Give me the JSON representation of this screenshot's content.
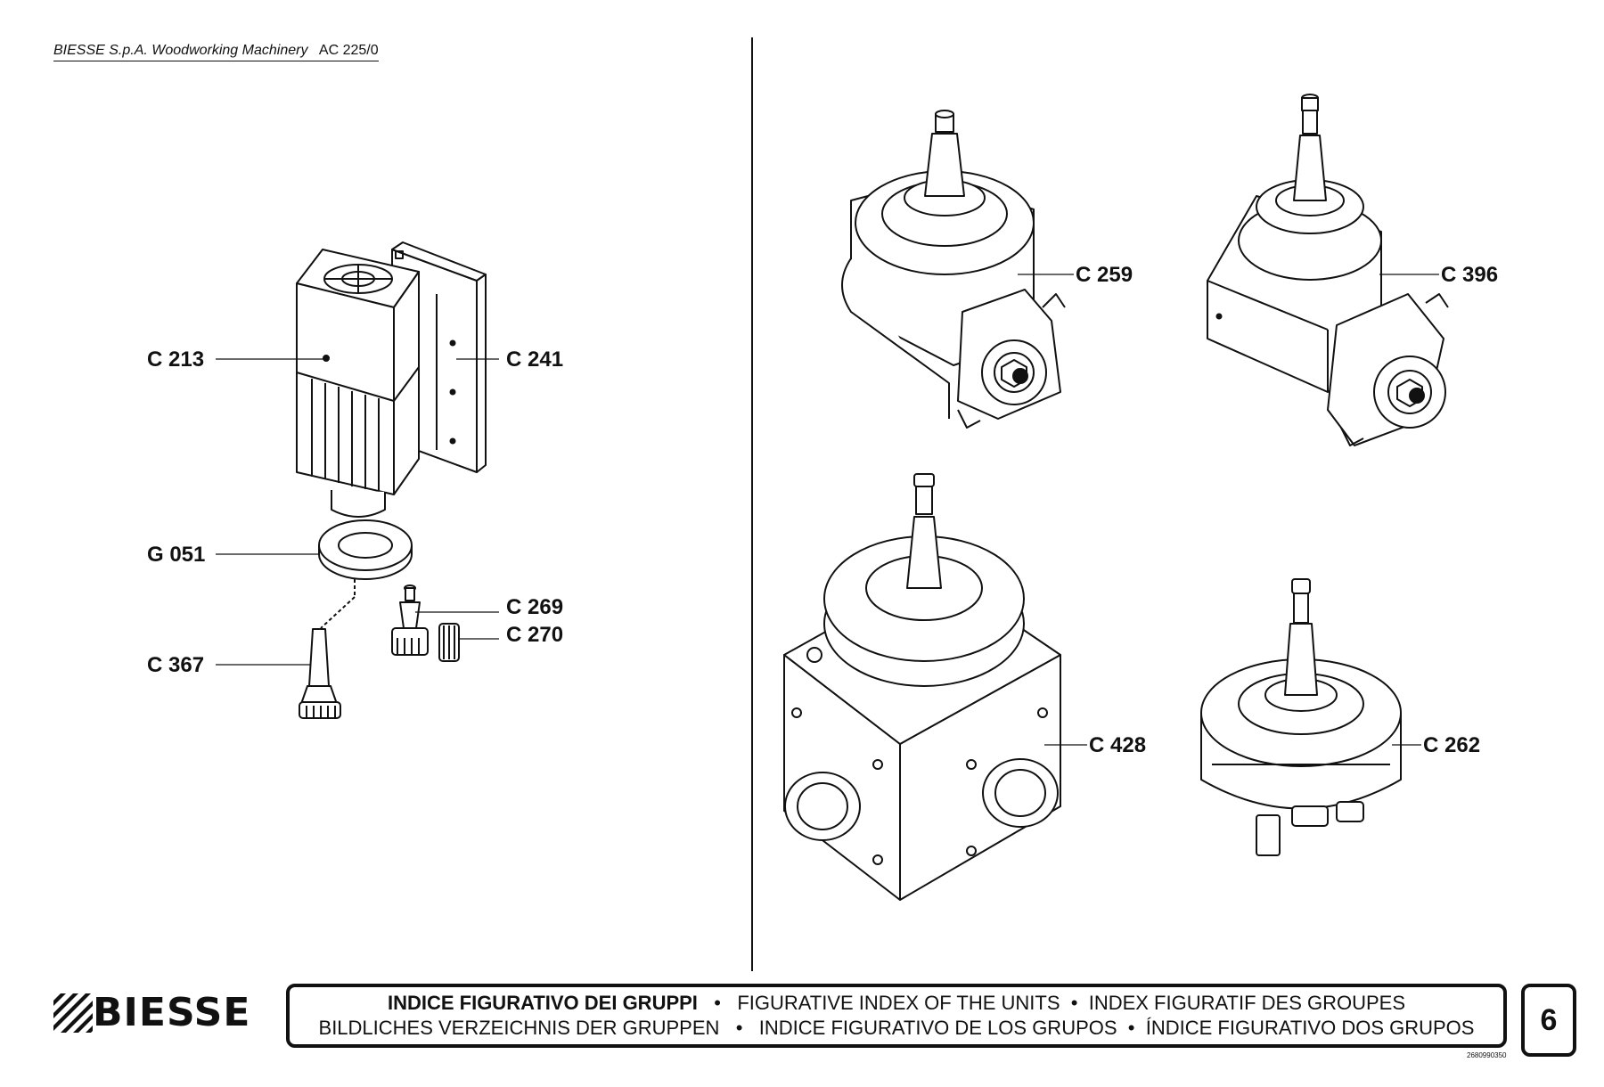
{
  "header": {
    "company": "BIESSE S.p.A. Woodworking Machinery",
    "code": "AC 225/0"
  },
  "labels": {
    "c213": "C 213",
    "c241": "C 241",
    "g051": "G 051",
    "c269": "C 269",
    "c270": "C 270",
    "c367": "C 367",
    "c259": "C 259",
    "c396": "C 396",
    "c428": "C 428",
    "c262": "C 262"
  },
  "footer": {
    "logo": "BIESSE",
    "title_bold": "INDICE FIGURATIVO DEI GRUPPI",
    "sep": "•",
    "title_en": "FIGURATIVE INDEX OF THE UNITS",
    "title_fr": "INDEX FIGURATIF DES GROUPES",
    "title_de": "BILDLICHES VERZEICHNIS DER GRUPPEN",
    "title_es": "INDICE FIGURATIVO DE LOS GRUPOS",
    "title_pt": "ÍNDICE FIGURATIVO DOS GRUPOS",
    "page": "6",
    "doc_number": "2680990350"
  }
}
